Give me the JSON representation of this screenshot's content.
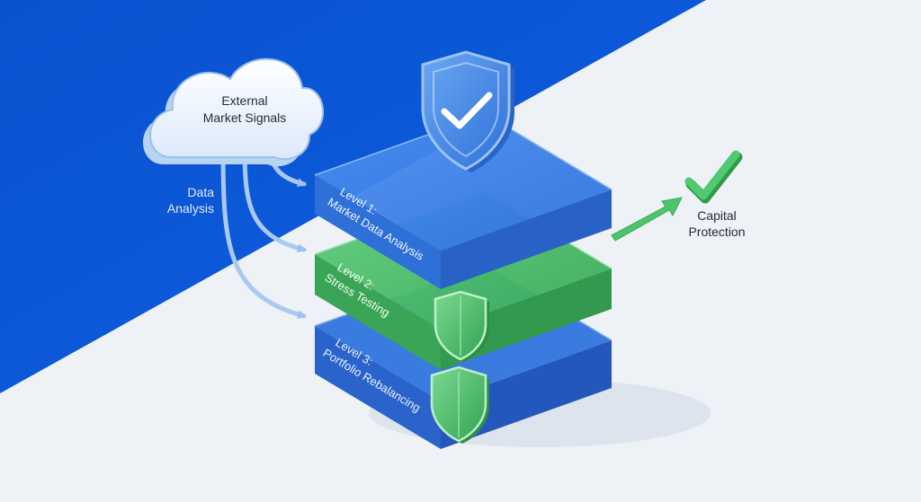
{
  "source": {
    "title_line1": "External",
    "title_line2": "Market Signals"
  },
  "flow_label": {
    "line1": "Data",
    "line2": "Analysis"
  },
  "levels": [
    {
      "number_label": "Level 1:",
      "name": "Market Data Analysis",
      "color": "#3b7fe3"
    },
    {
      "number_label": "Level 2:",
      "name": "Stress Testing",
      "color": "#46b863"
    },
    {
      "number_label": "Level 3:",
      "name": "Portfolio Rebalancing",
      "color": "#2f6fdb"
    }
  ],
  "outcome": {
    "line1": "Capital",
    "line2": "Protection",
    "color": "#3fae5a"
  },
  "colors": {
    "background_blue": "#0b57d6",
    "background_light": "#eef2f7",
    "arrow_blue": "#8fb8ee",
    "shield_blue": "#3f8ce8",
    "shield_green": "#4cc46a"
  },
  "icons": {
    "source": "cloud-icon",
    "top_badge": "shield-check-icon",
    "level_badges": "shield-icon",
    "outcome": "checkmark-icon"
  }
}
